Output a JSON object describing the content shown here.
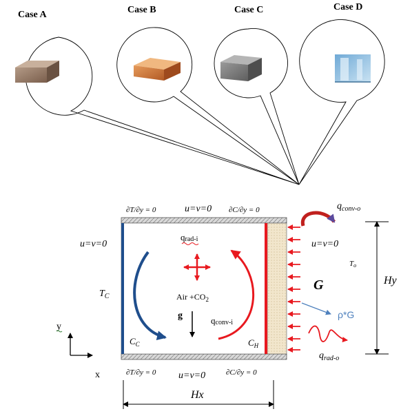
{
  "cases": [
    {
      "label": "Case A",
      "material": "brick-a"
    },
    {
      "label": "Case B",
      "material": "brick-b"
    },
    {
      "label": "Case C",
      "material": "concrete-block"
    },
    {
      "label": "Case D",
      "material": "glass"
    }
  ],
  "labels": {
    "top_dT": "∂T/∂y = 0",
    "top_uv": "u=v=0",
    "top_dC": "∂C/∂y = 0",
    "bottom_dT": "∂T/∂y = 0",
    "bottom_uv": "u=v=0",
    "bottom_dC": "∂C/∂y = 0",
    "left_uv": "u=v=0",
    "right_uv": "u=v=0",
    "tc_main": "T",
    "tc_sub": "C",
    "cc_main": "C",
    "cc_sub": "C",
    "ch_main": "C",
    "ch_sub": "H",
    "qrad_i_main": "q",
    "qrad_i_sub": "rad-i",
    "qconv_i_main": "q",
    "qconv_i_sub": "conv-i",
    "air_main": "Air +CO",
    "air_sub": "2",
    "gravity": "g",
    "G": "G",
    "rhoG": "ρ*G",
    "To_main": "T",
    "To_sub": "o",
    "qconv_o_main": "q",
    "qconv_o_sub": "conv-o",
    "qrad_o_main": "q",
    "qrad_o_sub": "rad-o",
    "Hy": "Hy",
    "Hx": "Hx",
    "axis_y": "y",
    "axis_x": "x"
  },
  "colors": {
    "cold_wall": "#1f4e8c",
    "hot_wall": "#e8191f",
    "wall_fill": "#f2e6cc",
    "rho_blue": "#4f81bd",
    "axis_green": "#2e7d32"
  }
}
